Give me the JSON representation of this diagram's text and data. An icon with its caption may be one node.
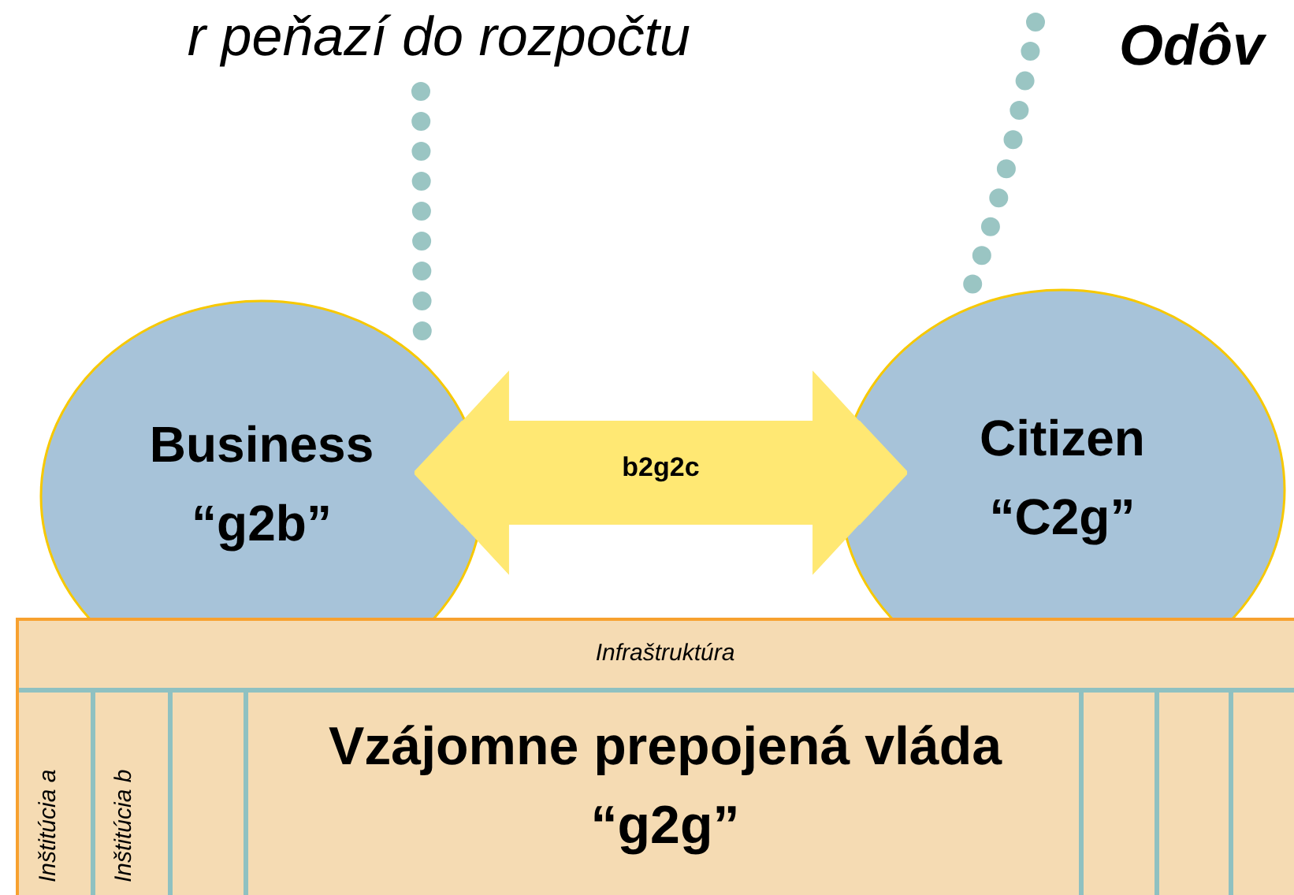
{
  "diagram": {
    "nodes": [
      {
        "text": [
          "r peňazí do rozpočtu"
        ]
      },
      {
        "text": [
          "Business",
          "“g2b”"
        ]
      },
      {
        "text": [
          "Citizen",
          "“C2g”"
        ]
      },
      {
        "text": [
          "Infraštruktúra"
        ]
      },
      {
        "text": [
          "Vzájomne prepojená vláda “g2g”"
        ],
        "in": 3
      }
    ],
    "edges": [
      {
        "from": 0,
        "to": 1,
        "arrow": "none",
        "style": "dashed"
      },
      {
        "from": null,
        "to": 2,
        "arrow": "none",
        "style": "dashed"
      },
      {
        "from": 1,
        "to": 2,
        "arrow": "both",
        "label": "b2g2c",
        "style": "thick",
        "color": "#ffe873"
      }
    ],
    "labels": [
      "Odôv",
      "Inštitúcia a",
      "Inštitúcia b"
    ]
  }
}
